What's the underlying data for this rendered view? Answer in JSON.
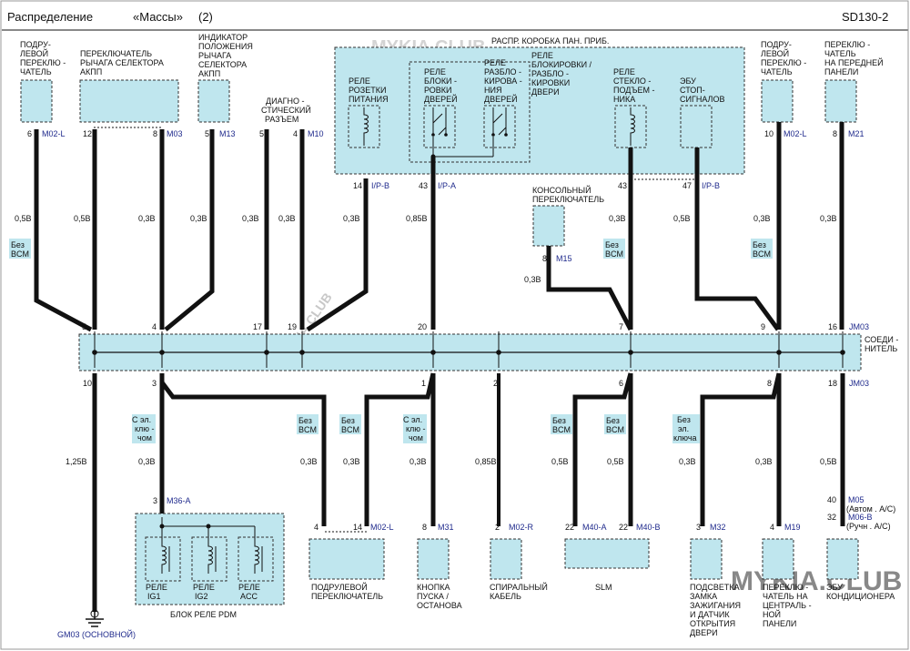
{
  "header": {
    "left": "Распределение",
    "middle": "«Массы»",
    "num": "(2)",
    "right": "SD130-2"
  },
  "watermark": {
    "text": "MYKIA.CLUB"
  },
  "top_components": [
    {
      "lines": [
        "ПОДРУ-",
        "ЛЕВОЙ",
        "ПЕРЕКЛЮ -",
        "ЧАТЕЛЬ"
      ]
    },
    {
      "lines": [
        "ПЕРЕКЛЮЧАТЕЛЬ",
        "РЫЧАГА  СЕЛЕКТОРА",
        "АКПП"
      ]
    },
    {
      "lines": [
        "ИНДИКАТОР",
        "ПОЛОЖЕНИЯ",
        "РЫЧАГА",
        "СЕЛЕКТОРА",
        "АКПП"
      ]
    },
    {
      "lines": [
        "ДИАГНО -",
        "СТИЧЕСКИЙ",
        "РАЗЪЕМ"
      ]
    },
    {
      "lines": [
        "ПОДРУ-",
        "ЛЕВОЙ",
        "ПЕРЕКЛЮ -",
        "ЧАТЕЛЬ"
      ]
    },
    {
      "lines": [
        "ПЕРЕКЛЮ -",
        "ЧАТЕЛЬ",
        "НА ПЕРЕДНЕЙ",
        "ПАНЕЛИ"
      ]
    }
  ],
  "junction_box": {
    "title": "РАСПР. КОРОБКА  ПАН. ПРИБ.",
    "relays": [
      {
        "lines": [
          "РЕЛЕ",
          "РОЗЕТКИ",
          "ПИТАНИЯ"
        ]
      },
      {
        "lines": [
          "РЕЛЕ",
          "БЛОКИ -",
          "РОВКИ",
          "ДВЕРЕЙ"
        ]
      },
      {
        "lines": [
          "РЕЛЕ",
          "РАЗБЛО -",
          "КИРОВА -",
          "НИЯ",
          "ДВЕРЕЙ"
        ]
      },
      {
        "lines": [
          "РЕЛЕ",
          "БЛОКИРОВКИ  /",
          "РАЗБЛО -",
          "КИРОВКИ",
          "ДВЕРИ"
        ]
      },
      {
        "lines": [
          "РЕЛЕ",
          "СТЕКЛО -",
          "ПОДЪЕМ -",
          "НИКА"
        ]
      },
      {
        "lines": [
          "ЭБУ",
          "СТОП-",
          "СИГНАЛОВ"
        ]
      }
    ]
  },
  "console_switch": {
    "lines": [
      "КОНСОЛЬНЫЙ",
      "ПЕРЕКЛЮЧАТЕЛЬ"
    ]
  },
  "top_pins": [
    {
      "pin": "6",
      "code": "M02-L",
      "gauge": "0,5B",
      "note": [
        "Без",
        "BCM"
      ]
    },
    {
      "pin": "12",
      "code": "",
      "gauge": "0,5B",
      "note": []
    },
    {
      "pin": "8",
      "code": "M03",
      "gauge": "0,3B",
      "note": []
    },
    {
      "pin": "5",
      "code": "M13",
      "gauge": "0,3B",
      "note": []
    },
    {
      "pin": "5",
      "code": "",
      "gauge": "0,3B",
      "note": []
    },
    {
      "pin": "4",
      "code": "M10",
      "gauge": "0,3B",
      "note": []
    },
    {
      "pin": "14",
      "code": "I/P-B",
      "gauge": "0,3B",
      "note": []
    },
    {
      "pin": "43",
      "code": "I/P-A",
      "gauge": "0,85B",
      "note": []
    },
    {
      "pin": "8",
      "code": "M15",
      "gauge": "0,3B",
      "note": []
    },
    {
      "pin": "43",
      "code": "",
      "gauge": "0,3B",
      "note": [
        "Без",
        "BCM"
      ]
    },
    {
      "pin": "47",
      "code": "I/P-B",
      "gauge": "0,5B",
      "note": []
    },
    {
      "pin": "10",
      "code": "M02-L",
      "gauge": "0,3B",
      "note": [
        "Без",
        "BCM"
      ]
    },
    {
      "pin": "8",
      "code": "M21",
      "gauge": "0,3B",
      "note": []
    }
  ],
  "connector": {
    "top_pins": [
      "5",
      "4",
      "17",
      "19",
      "20",
      "7",
      "9",
      "16"
    ],
    "bottom_pins": [
      "10",
      "3",
      "1",
      "2",
      "6",
      "8",
      "18"
    ],
    "code_top": "JM03",
    "code_bottom": "JM03",
    "label": [
      "СОЕДИ -",
      "НИТЕЛЬ"
    ]
  },
  "bottom_wires": [
    {
      "gauge": "1,25B",
      "note": []
    },
    {
      "gauge": "0,3B",
      "note": [
        "С эл.",
        "клю -",
        "чом"
      ]
    },
    {
      "gauge": "0,3B",
      "note": [
        "Без",
        "BCM"
      ]
    },
    {
      "gauge": "0,3B",
      "note": [
        "Без",
        "BCM"
      ]
    },
    {
      "gauge": "0,3B",
      "note": [
        "С эл.",
        "клю -",
        "чом"
      ]
    },
    {
      "gauge": "0,85B",
      "note": []
    },
    {
      "gauge": "0,5B",
      "note": [
        "Без",
        "BCM"
      ]
    },
    {
      "gauge": "0,5B",
      "note": [
        "Без",
        "BCM"
      ]
    },
    {
      "gauge": "0,3B",
      "note": [
        "Без",
        "эл.",
        "ключа"
      ]
    },
    {
      "gauge": "0,3B",
      "note": []
    },
    {
      "gauge": "0,5B",
      "note": []
    }
  ],
  "bottom_components": [
    {
      "pins": [
        {
          "pin": "3",
          "code": "M36-A"
        }
      ],
      "lines": [
        "БЛОК  РЕЛЕ PDM"
      ]
    },
    {
      "pins": [
        {
          "pin": "4",
          "code": ""
        },
        {
          "pin": "14",
          "code": "M02-L"
        }
      ],
      "lines": [
        "ПОДРУЛЕВОЙ",
        "ПЕРЕКЛЮЧАТЕЛЬ"
      ]
    },
    {
      "pins": [
        {
          "pin": "8",
          "code": "M31"
        }
      ],
      "lines": [
        "КНОПКА",
        "ПУСКА /",
        "ОСТАНОВА"
      ]
    },
    {
      "pins": [
        {
          "pin": "2",
          "code": "M02-R"
        }
      ],
      "lines": [
        "СПИРАЛЬНЫЙ",
        "КАБЕЛЬ"
      ]
    },
    {
      "pins": [
        {
          "pin": "22",
          "code": "M40-A"
        },
        {
          "pin": "22",
          "code": "M40-B"
        }
      ],
      "lines": [
        "SLM"
      ]
    },
    {
      "pins": [
        {
          "pin": "3",
          "code": "M32"
        }
      ],
      "lines": [
        "ПОДСВЕТКА",
        "ЗАМКА",
        "ЗАЖИГАНИЯ",
        "И ДАТЧИК",
        "ОТКРЫТИЯ",
        "ДВЕРИ"
      ]
    },
    {
      "pins": [
        {
          "pin": "4",
          "code": "M19"
        }
      ],
      "lines": [
        "ПЕРЕКЛЮ -",
        "ЧАТЕЛЬ НА",
        "ЦЕНТРАЛЬ -",
        "НОЙ",
        "ПАНЕЛИ"
      ]
    },
    {
      "pins": [
        {
          "pin": "40",
          "code": "M05"
        },
        {
          "pin": "32",
          "code": "M06-B"
        }
      ],
      "lines": [
        "ЭБУ",
        "КОНДИЦИОНЕРА"
      ]
    }
  ],
  "ac_notes": [
    "(Автом . A/C)",
    "(Ручн . A/C)"
  ],
  "pdm_relays": [
    "РЕЛЕ",
    "IG1",
    "РЕЛЕ",
    "IG2",
    "РЕЛЕ",
    "ACC"
  ],
  "ground": {
    "label": "GM03 (ОСНОВНОЙ)"
  }
}
